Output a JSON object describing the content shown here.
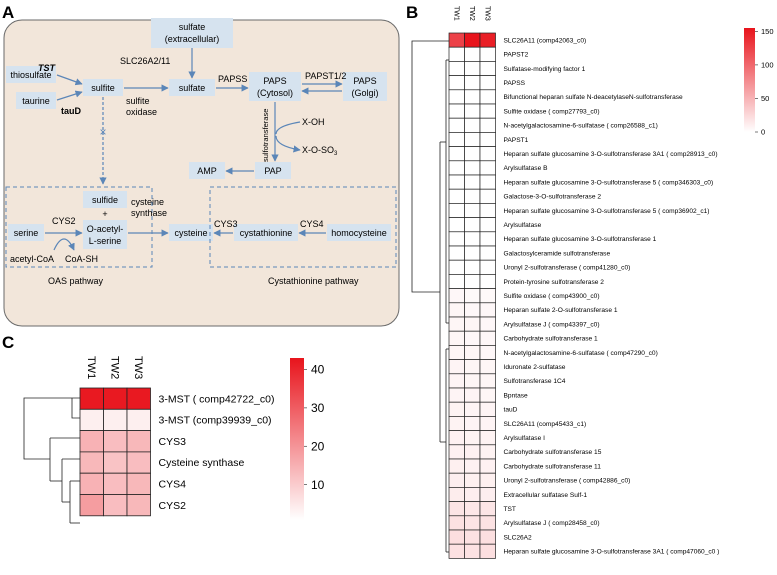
{
  "panels": {
    "a": "A",
    "b": "B",
    "c": "C"
  },
  "pathway": {
    "nodes": {
      "sulfate_ext_1": "sulfate",
      "sulfate_ext_2": "(extracellular)",
      "thiosulfate": "thiosulfate",
      "taurine": "taurine",
      "sulfite": "sulfite",
      "sulfate": "sulfate",
      "paps_cyt_1": "PAPS",
      "paps_cyt_2": "(Cytosol)",
      "paps_golgi_1": "PAPS",
      "paps_golgi_2": "(Golgi)",
      "amp": "AMP",
      "pap": "PAP",
      "sulfide": "sulfide",
      "plus": "+",
      "oas_1": "O-acetyl-",
      "oas_2": "L-serine",
      "serine": "serine",
      "cysteine": "cysteine",
      "cystathionine": "cystathionine",
      "homocysteine": "homocysteine"
    },
    "enzymes": {
      "tst": "TST",
      "taud": "tauD",
      "slc26a": "SLC26A2/11",
      "sulfite_oxidase_1": "sulfite",
      "sulfite_oxidase_2": "oxidase",
      "papss": "PAPSS",
      "papst": "PAPST1/2",
      "sulfotransferase": "sulfotransferase",
      "xoh": "X-OH",
      "xoso3": "X-O-SO",
      "xoso3_sub": "3",
      "cys2": "CYS2",
      "acetyl_coa": "acetyl-CoA",
      "coa_sh": "CoA-SH",
      "cys_synthase_1": "cysteine",
      "cys_synthase_2": "synthase",
      "cys3": "CYS3",
      "cys4": "CYS4",
      "block_mark": "×"
    },
    "oas_pathway": "OAS pathway",
    "cystathionine_pathway": "Cystathionine pathway"
  },
  "heatmap_b": {
    "columns": [
      "TW1",
      "TW2",
      "TW3"
    ],
    "rows": [
      {
        "label": "SLC26A11 (comp42063_c0)",
        "values": [
          125,
          155,
          148
        ]
      },
      {
        "label": "PAPST2",
        "values": [
          0,
          0,
          0
        ]
      },
      {
        "label": "Sulfatase-modifying factor 1",
        "values": [
          0,
          0,
          0
        ]
      },
      {
        "label": "PAPSS",
        "values": [
          0,
          0,
          0
        ]
      },
      {
        "label": "Bifunctional heparan sulfate N-deacetylaseN-sulfotransferase",
        "values": [
          0,
          0,
          0
        ]
      },
      {
        "label": "Sulfite oxidase ( comp27793_c0)",
        "values": [
          0,
          0,
          0
        ]
      },
      {
        "label": "N-acetylgalactosamine-6-sulfatase ( comp26588_c1)",
        "values": [
          0,
          0,
          0
        ]
      },
      {
        "label": "PAPST1",
        "values": [
          0,
          0,
          0
        ]
      },
      {
        "label": "Heparan sulfate glucosamine 3-O-sulfotransferase 3A1 ( comp28913_c0)",
        "values": [
          0,
          0,
          0
        ]
      },
      {
        "label": "Arylsulfatase B",
        "values": [
          0,
          0,
          0
        ]
      },
      {
        "label": "Heparan sulfate glucosamine 3-O-sulfotransferase 5 ( comp346303_c0)",
        "values": [
          0,
          0,
          0
        ]
      },
      {
        "label": "Galactose-3-O-sulfotransferase 2",
        "values": [
          0,
          0,
          0
        ]
      },
      {
        "label": "Heparan sulfate glucosamine 3-O-sulfotransferase 5 ( comp36902_c1)",
        "values": [
          0,
          0,
          0
        ]
      },
      {
        "label": "Arylsulfatase",
        "values": [
          0,
          0,
          0
        ]
      },
      {
        "label": "Heparan sulfate glucosamine 3-O-sulfotransferase 1",
        "values": [
          0,
          0,
          0
        ]
      },
      {
        "label": "Galactosylceramide sulfotransferase",
        "values": [
          0,
          0,
          0
        ]
      },
      {
        "label": "Uronyl 2-sulfotransferase ( comp41280_c0)",
        "values": [
          0,
          0,
          0
        ]
      },
      {
        "label": "Protein-tyrosine sulfotransferase 2",
        "values": [
          0,
          0,
          0
        ]
      },
      {
        "label": "Sulfite oxidase ( comp43900_c0)",
        "values": [
          5,
          4,
          4
        ]
      },
      {
        "label": "Heparan sulfate 2-O-sulfotransferase 1",
        "values": [
          6,
          5,
          5
        ]
      },
      {
        "label": "Arylsulfatase J ( comp43397_c0)",
        "values": [
          6,
          6,
          5
        ]
      },
      {
        "label": "Carbohydrate sulfotransferase 1",
        "values": [
          6,
          5,
          5
        ]
      },
      {
        "label": "N-acetylgalactosamine-6-sulfatase ( comp47290_c0)",
        "values": [
          6,
          6,
          5
        ]
      },
      {
        "label": "Iduronate 2-sulfatase",
        "values": [
          7,
          6,
          6
        ]
      },
      {
        "label": "Sulfotransferase 1C4",
        "values": [
          7,
          6,
          6
        ]
      },
      {
        "label": "Bpntase",
        "values": [
          7,
          7,
          6
        ]
      },
      {
        "label": "tauD",
        "values": [
          8,
          7,
          7
        ]
      },
      {
        "label": "SLC26A11 (comp45433_c1)",
        "values": [
          8,
          7,
          7
        ]
      },
      {
        "label": "Arylsulfatase I",
        "values": [
          9,
          8,
          8
        ]
      },
      {
        "label": "Carbohydrate sulfotransferase 15",
        "values": [
          9,
          9,
          8
        ]
      },
      {
        "label": "Carbohydrate sulfotransferase 11",
        "values": [
          10,
          9,
          9
        ]
      },
      {
        "label": "Uronyl 2-sulfotransferase ( comp42886_c0)",
        "values": [
          11,
          10,
          10
        ]
      },
      {
        "label": "Extracellular sulfatase Sulf-1",
        "values": [
          12,
          11,
          11
        ]
      },
      {
        "label": "TST",
        "values": [
          18,
          16,
          17
        ]
      },
      {
        "label": "Arylsulfatase J ( comp28458_c0)",
        "values": [
          20,
          18,
          19
        ]
      },
      {
        "label": "SLC26A2",
        "values": [
          22,
          20,
          21
        ]
      },
      {
        "label": "Heparan sulfate glucosamine 3-O-sulfotransferase 3A1 ( comp47060_c0 )",
        "values": [
          20,
          19,
          21
        ]
      }
    ],
    "scale": {
      "max": 155,
      "ticks": [
        "150",
        "100",
        "50",
        "0"
      ],
      "tick_values": [
        150,
        100,
        50,
        0
      ]
    }
  },
  "heatmap_c": {
    "columns": [
      "TW1",
      "TW2",
      "TW3"
    ],
    "rows": [
      {
        "label": "3-MST ( comp42722_c0)",
        "values": [
          42,
          42,
          42
        ]
      },
      {
        "label": "3-MST (comp39939_c0)",
        "values": [
          3,
          3,
          3
        ]
      },
      {
        "label": "CYS3",
        "values": [
          14,
          12,
          13
        ]
      },
      {
        "label": "Cysteine synthase",
        "values": [
          13,
          11,
          12
        ]
      },
      {
        "label": "CYS4",
        "values": [
          14,
          12,
          13
        ]
      },
      {
        "label": "CYS2",
        "values": [
          18,
          12,
          13
        ]
      }
    ],
    "scale": {
      "max": 43,
      "ticks": [
        "40",
        "30",
        "20",
        "10"
      ],
      "tick_values": [
        40,
        30,
        20,
        10
      ]
    }
  },
  "colors": {
    "panel_bg": "#f2e6da",
    "node_fill": "#d6e3ef",
    "arrow": "#5b86b8",
    "heat_low": "#ffffff",
    "heat_high": "#e8141c"
  }
}
